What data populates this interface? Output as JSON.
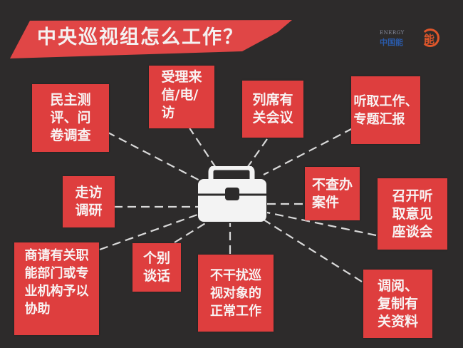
{
  "title": "中央巡视组怎么工作？",
  "logo": {
    "text_en": "ENERGY",
    "text_cn": "中国能",
    "mark_char": "能",
    "colors": {
      "mark": "#e0562a",
      "text": "#2a5aa8"
    }
  },
  "center_icon": "toolbox-icon",
  "colors": {
    "background": "#2d2b2b",
    "box": "#de3e3e",
    "text": "#f8f3f3",
    "lines": "#d9d9d9"
  },
  "nodes": [
    {
      "id": "democratic-survey",
      "label": "民主测\n评、问\n卷调查"
    },
    {
      "id": "letters-calls-visits",
      "label": "受理来\n信/电/\n访"
    },
    {
      "id": "attend-meetings",
      "label": "列席有\n关会议"
    },
    {
      "id": "hear-reports",
      "label": "听取工作、\n专题汇报"
    },
    {
      "id": "field-visits",
      "label": "走访\n调研"
    },
    {
      "id": "no-case-handling",
      "label": "不查办\n案件"
    },
    {
      "id": "hold-symposiums",
      "label": "召开听\n取意见\n座谈会"
    },
    {
      "id": "request-assistance",
      "label": "商请有关职\n能部门或专\n业机构予以\n协助"
    },
    {
      "id": "individual-talks",
      "label": "个别\n谈话"
    },
    {
      "id": "no-interference",
      "label": "不干扰巡\n视对象的\n正常工作"
    },
    {
      "id": "review-documents",
      "label": "调阅、\n复制有\n关资料"
    }
  ]
}
